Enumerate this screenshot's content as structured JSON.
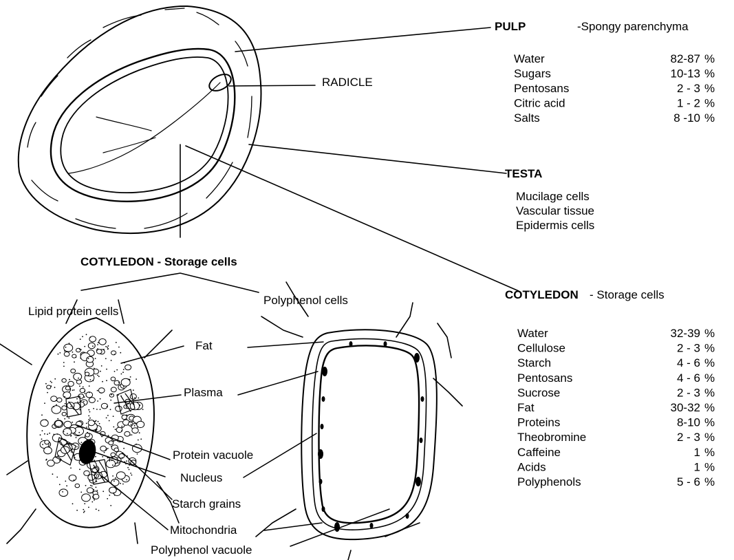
{
  "pulp": {
    "title": "PULP",
    "subtitle": "-Spongy parenchyma",
    "rows": [
      {
        "name": "Water",
        "value": "82-87",
        "unit": "%"
      },
      {
        "name": "Sugars",
        "value": "10-13",
        "unit": "%"
      },
      {
        "name": "Pentosans",
        "value": "2 - 3",
        "unit": "%"
      },
      {
        "name": "Citric acid",
        "value": "1 - 2",
        "unit": "%"
      },
      {
        "name": "Salts",
        "value": "8 -10",
        "unit": "%"
      }
    ]
  },
  "radicle_label": "RADICLE",
  "testa": {
    "title": "TESTA",
    "items": [
      "Mucilage cells",
      "Vascular tissue",
      "Epidermis cells"
    ]
  },
  "cotyledon_left": {
    "title": "COTYLEDON - Storage cells"
  },
  "cotyledon_right": {
    "title": "COTYLEDON",
    "subtitle": "- Storage cells",
    "rows": [
      {
        "name": "Water",
        "value": "32-39",
        "unit": "%"
      },
      {
        "name": "Cellulose",
        "value": "2 - 3",
        "unit": "%"
      },
      {
        "name": "Starch",
        "value": "4 - 6",
        "unit": "%"
      },
      {
        "name": "Pentosans",
        "value": "4 - 6",
        "unit": "%"
      },
      {
        "name": "Sucrose",
        "value": "2 - 3",
        "unit": "%"
      },
      {
        "name": "Fat",
        "value": "30-32",
        "unit": "%"
      },
      {
        "name": "Proteins",
        "value": "8-10",
        "unit": "%"
      },
      {
        "name": "Theobromine",
        "value": "2 - 3",
        "unit": "%"
      },
      {
        "name": "Caffeine",
        "value": "1",
        "unit": "%"
      },
      {
        "name": "Acids",
        "value": "1",
        "unit": "%"
      },
      {
        "name": "Polyphenols",
        "value": "5 - 6",
        "unit": "%"
      }
    ]
  },
  "cell_types": {
    "lipid_protein": "Lipid protein cells",
    "polyphenol": "Polyphenol cells"
  },
  "cell_parts": {
    "fat": "Fat",
    "plasma": "Plasma",
    "protein_vacuole": "Protein vacuole",
    "nucleus": "Nucleus",
    "starch_grains": "Starch grains",
    "mitochondria": "Mitochondria",
    "polyphenol_vacuole": "Polyphenol vacuole"
  }
}
